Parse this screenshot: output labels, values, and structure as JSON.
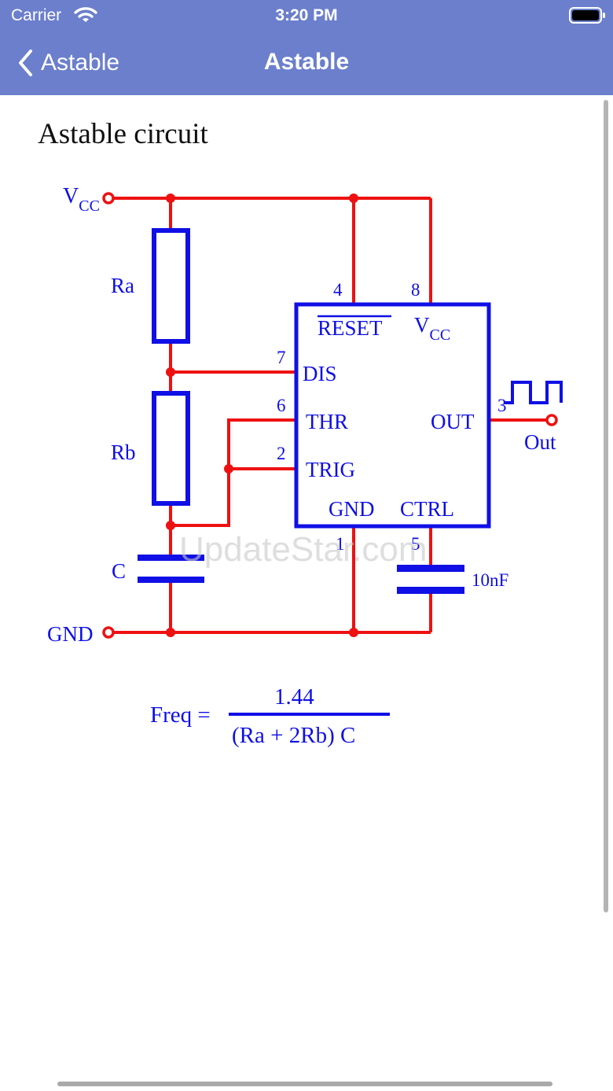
{
  "status_bar": {
    "carrier": "Carrier",
    "time": "3:20 PM"
  },
  "nav": {
    "back_label": "Astable",
    "title": "Astable"
  },
  "page": {
    "title": "Astable circuit"
  },
  "schematic": {
    "vcc_label": "V",
    "vcc_sub": "CC",
    "gnd_label": "GND",
    "ra_label": "Ra",
    "rb_label": "Rb",
    "c_label": "C",
    "ctrl_cap_label": "10nF",
    "out_label": "Out",
    "pins": {
      "reset": "RESET",
      "vcc": "V",
      "vcc_sub": "CC",
      "dis": "DIS",
      "thr": "THR",
      "trig": "TRIG",
      "out": "OUT",
      "gnd": "GND",
      "ctrl": "CTRL"
    },
    "pin_numbers": {
      "p4": "4",
      "p8": "8",
      "p7": "7",
      "p6": "6",
      "p2": "2",
      "p3": "3",
      "p1": "1",
      "p5": "5"
    }
  },
  "formula": {
    "lhs": "Freq =",
    "numerator": "1.44",
    "denominator": "(Ra + 2Rb) C"
  },
  "watermark": "UpdateStar.com",
  "colors": {
    "header": "#6b7fcc",
    "wire": "#ee1111",
    "component": "#0f0fe6"
  }
}
